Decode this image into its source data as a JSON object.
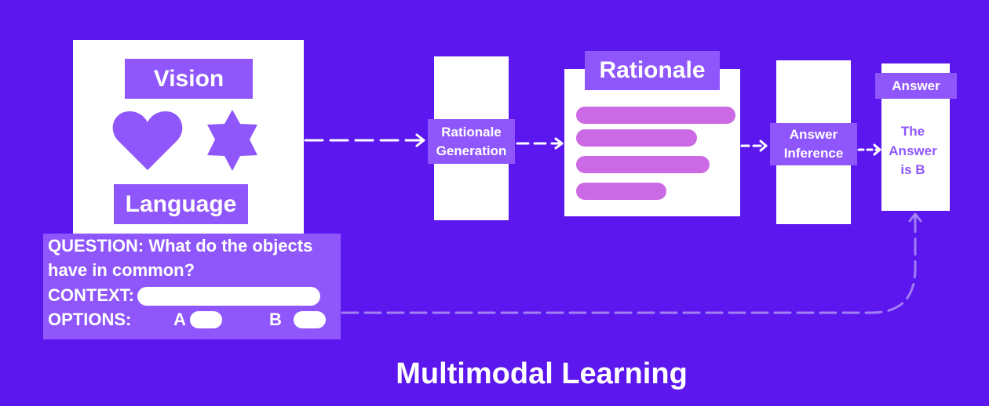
{
  "input_panel": {
    "vision_label": "Vision",
    "language_label": "Language",
    "icons": [
      "heart-icon",
      "star-icon"
    ]
  },
  "question_panel": {
    "question_line1": "QUESTION: What do the objects",
    "question_line2": "have in common?",
    "context_label": "CONTEXT:",
    "options_label": "OPTIONS:",
    "option_a": "A",
    "option_b": "B"
  },
  "pipeline": {
    "rationale_generation_line1": "Rationale",
    "rationale_generation_line2": "Generation",
    "rationale_title": "Rationale",
    "answer_inference_line1": "Answer",
    "answer_inference_line2": "Inference",
    "answer_label": "Answer",
    "answer_line1": "The",
    "answer_line2": "Answer",
    "answer_line3": "is B"
  },
  "caption": "Multimodal Learning",
  "colors": {
    "background": "#5b17ee",
    "label_purple": "#8f57fb",
    "rationale_pill": "#cb6ae4",
    "answer_text": "#8f57fb"
  }
}
